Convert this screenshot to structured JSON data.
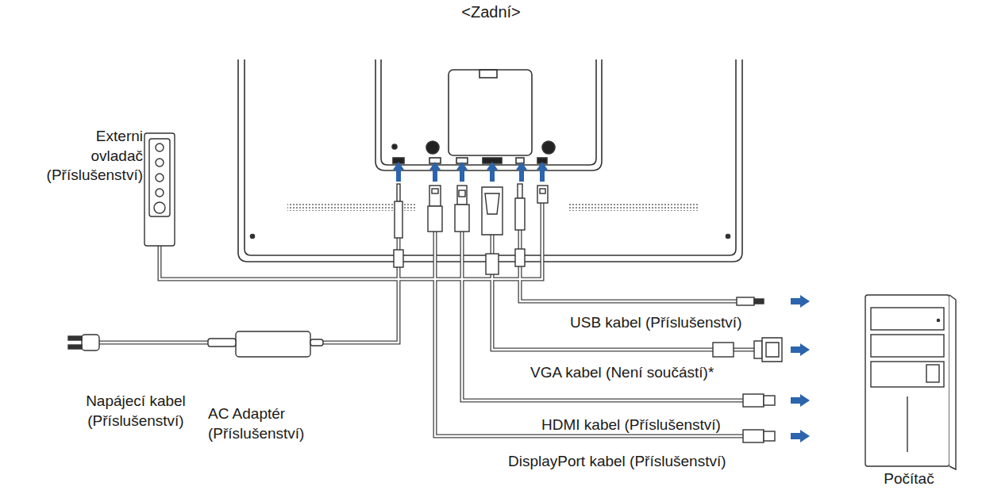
{
  "diagram": {
    "title": "<Zadní>",
    "labels": [
      "Externi ovladač (Příslušenství)",
      "USB kabel (Příslušenství)",
      "VGA kabel (Není součástí)*",
      "HDMI kabel (Příslušenství)",
      "DisplayPort kabel (Příslušenství)",
      "Počítač",
      "Napájecí kabel (Příslušenství)",
      "AC Adaptér (Příslušenství)"
    ]
  }
}
